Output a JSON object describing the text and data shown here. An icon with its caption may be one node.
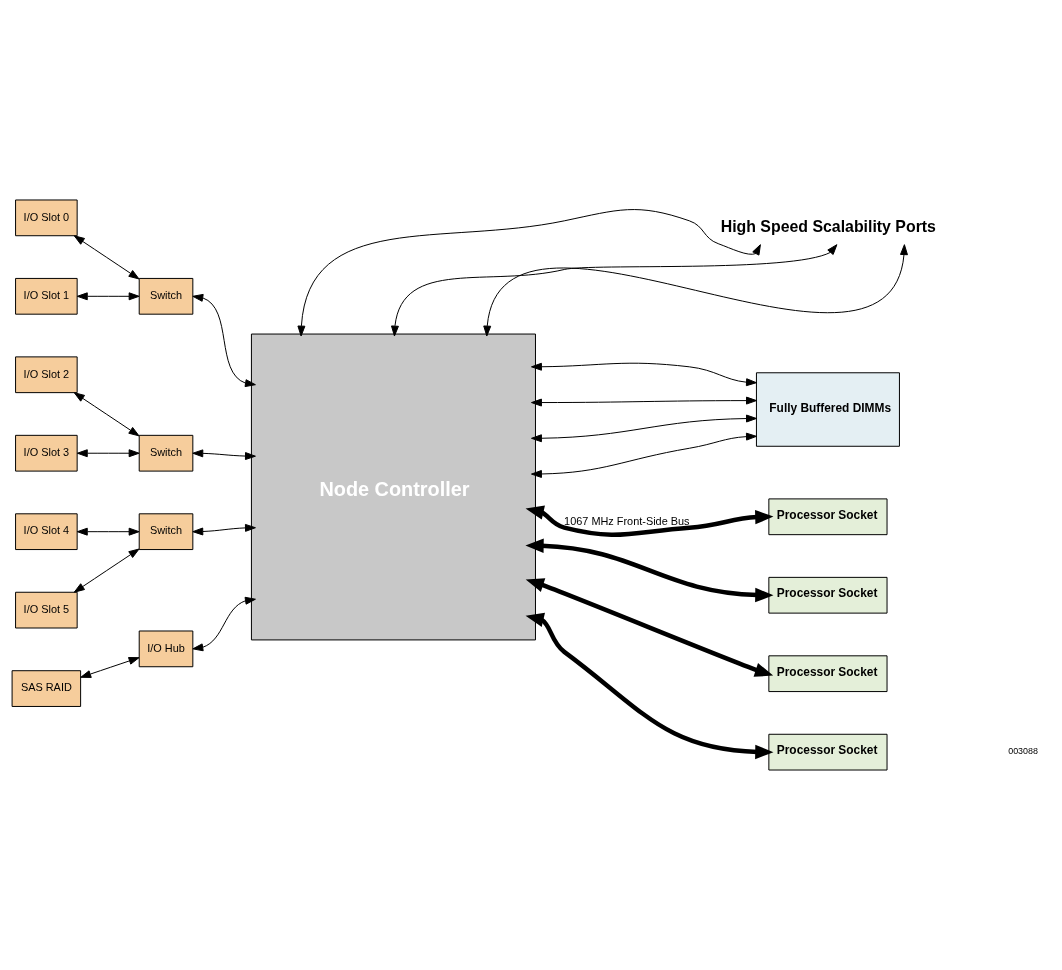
{
  "diagram": {
    "nodes": [
      {
        "text": [
          "High Speed Scalability Ports"
        ]
      },
      {
        "text": [
          "I/O Slot 0"
        ]
      },
      {
        "text": [
          "I/O Slot 1"
        ]
      },
      {
        "text": [
          "Switch"
        ]
      },
      {
        "text": [
          "I/O Slot 2"
        ]
      },
      {
        "text": [
          "I/O Slot 3"
        ]
      },
      {
        "text": [
          "Switch"
        ]
      },
      {
        "text": [
          "I/O Slot 4"
        ]
      },
      {
        "text": [
          "I/O Slot 5"
        ]
      },
      {
        "text": [
          "Switch"
        ]
      },
      {
        "text": [
          "SAS RAID"
        ]
      },
      {
        "text": [
          "I/O Hub"
        ]
      },
      {
        "text": [
          "Node Controller"
        ]
      },
      {
        "text": [
          "Fully Buffered DIMMs"
        ]
      },
      {
        "text": [
          "Processor Socket"
        ]
      },
      {
        "text": [
          "Processor Socket"
        ]
      },
      {
        "text": [
          "Processor Socket"
        ]
      },
      {
        "text": [
          "Processor Socket"
        ]
      }
    ],
    "edges": [
      {
        "from": 12,
        "to": 0,
        "arrow": "both"
      },
      {
        "from": 12,
        "to": 0,
        "arrow": "both"
      },
      {
        "from": 12,
        "to": 0,
        "arrow": "both"
      },
      {
        "from": 1,
        "to": 3,
        "arrow": "both"
      },
      {
        "from": 2,
        "to": 3,
        "arrow": "both"
      },
      {
        "from": 3,
        "to": 12,
        "arrow": "both"
      },
      {
        "from": 4,
        "to": 6,
        "arrow": "both"
      },
      {
        "from": 5,
        "to": 6,
        "arrow": "both"
      },
      {
        "from": 6,
        "to": 12,
        "arrow": "both"
      },
      {
        "from": 7,
        "to": 9,
        "arrow": "both"
      },
      {
        "from": 8,
        "to": 9,
        "arrow": "both"
      },
      {
        "from": 9,
        "to": 12,
        "arrow": "both"
      },
      {
        "from": 10,
        "to": 11,
        "arrow": "both"
      },
      {
        "from": 11,
        "to": 12,
        "arrow": "both"
      },
      {
        "from": 12,
        "to": 13,
        "arrow": "both"
      },
      {
        "from": 12,
        "to": 13,
        "arrow": "both"
      },
      {
        "from": 12,
        "to": 13,
        "arrow": "both"
      },
      {
        "from": 12,
        "to": 13,
        "arrow": "both"
      },
      {
        "from": 12,
        "to": 14,
        "arrow": "both",
        "label": "1067 MHz Front-Side Bus",
        "style": "thick"
      },
      {
        "from": 12,
        "to": 15,
        "arrow": "both",
        "style": "thick"
      },
      {
        "from": 12,
        "to": 16,
        "arrow": "both",
        "style": "thick"
      },
      {
        "from": 12,
        "to": 17,
        "arrow": "both",
        "style": "thick"
      }
    ],
    "labels": [
      "003088"
    ]
  }
}
